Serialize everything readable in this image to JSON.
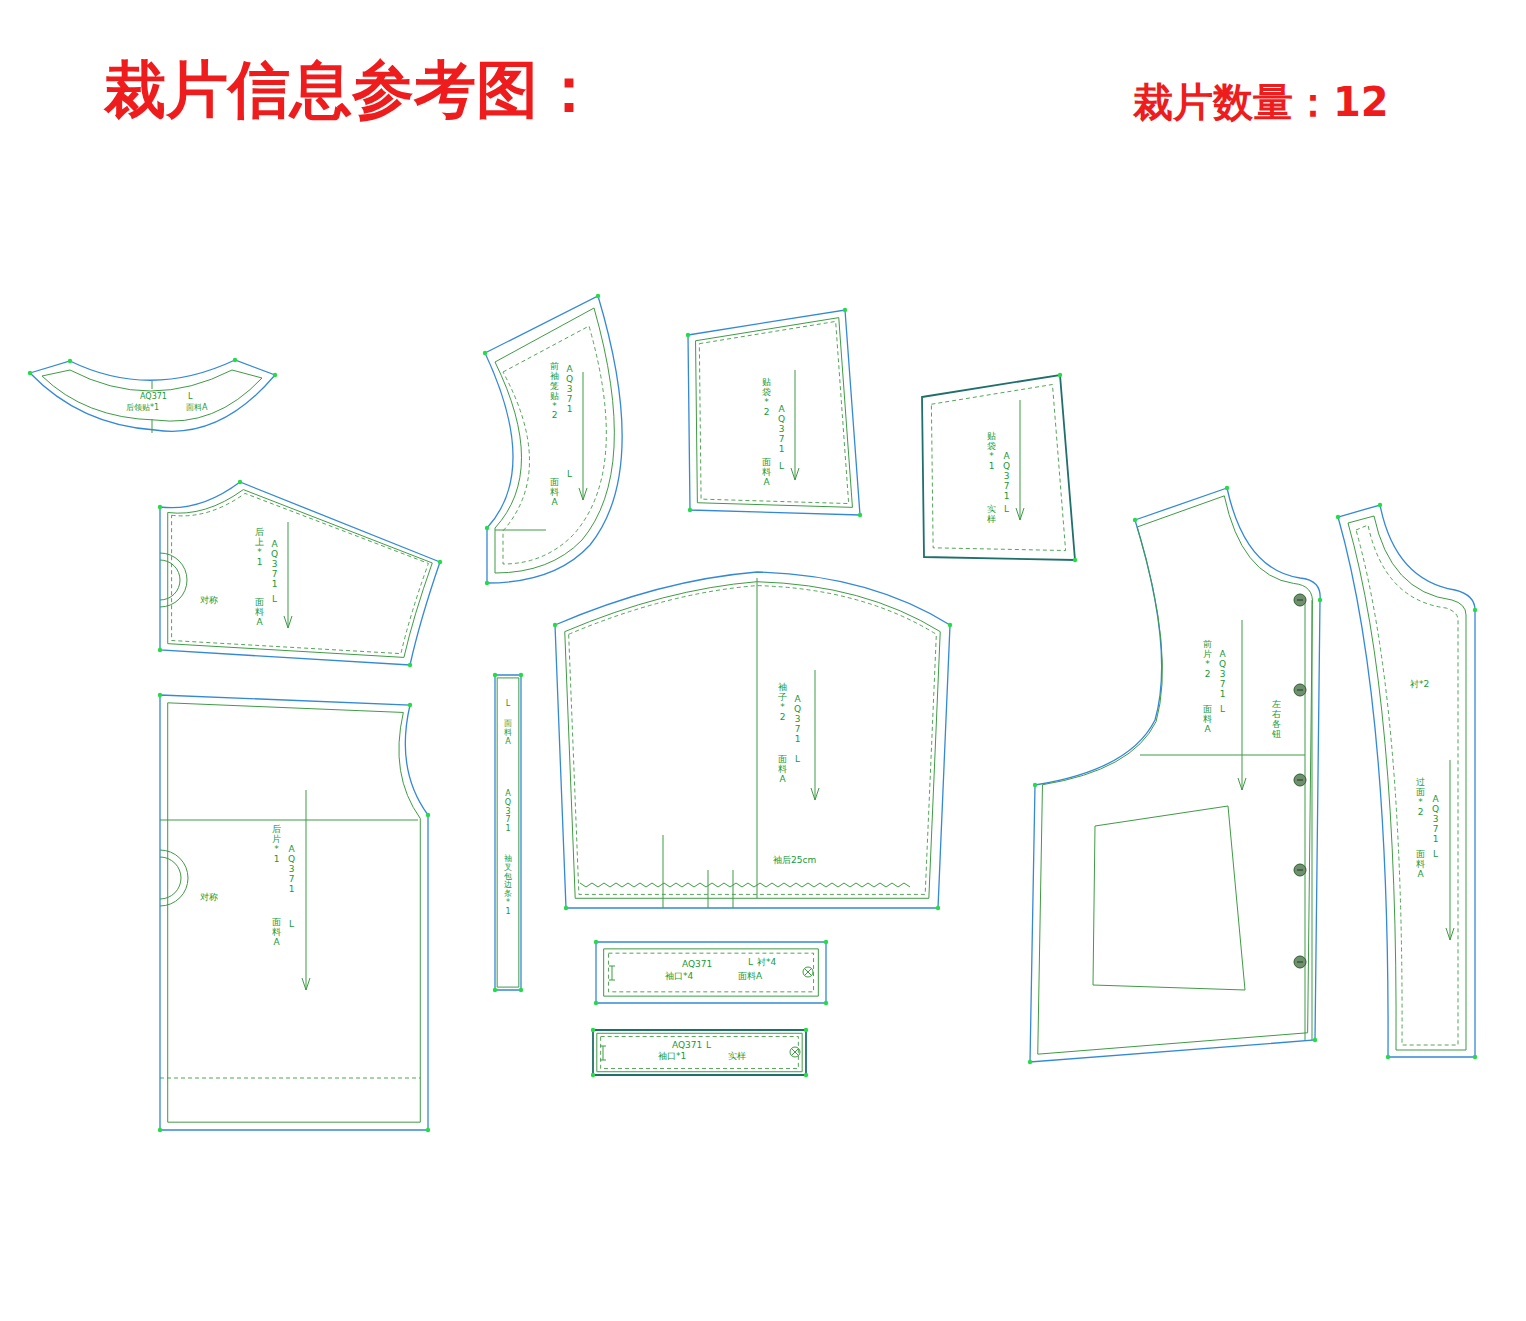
{
  "diagram": {
    "title": "裁片信息参考图：",
    "nodes": [
      {
        "text": [
          "AQ371",
          "L",
          "后领贴*1",
          "面料A"
        ]
      },
      {
        "text": [
          "前袖笼贴*2",
          "AQ371",
          "L",
          "面料A"
        ]
      },
      {
        "text": [
          "贴袋*2",
          "AQ371",
          "L",
          "面料A"
        ]
      },
      {
        "text": [
          "贴袋*1",
          "AQ371",
          "L",
          "实样"
        ]
      },
      {
        "text": [
          "后上*1",
          "AQ371",
          "L",
          "面料A",
          "对称"
        ]
      },
      {
        "text": [
          "前片*2",
          "AQ371",
          "L",
          "面料A",
          "左右各钮"
        ]
      },
      {
        "text": [
          "衬*2",
          "过面*2",
          "AQ371",
          "L",
          "面料A"
        ]
      },
      {
        "text": [
          "L",
          "面料A",
          "AQ371",
          "袖叉包边条*1"
        ]
      },
      {
        "text": [
          "袖子*2",
          "AQ371",
          "L",
          "面料A",
          "袖后25cm"
        ]
      },
      {
        "text": [
          "后片*1",
          "AQ371",
          "L",
          "面料A",
          "对称"
        ]
      },
      {
        "text": [
          "AQ371",
          "L",
          "衬*4",
          "袖口*4",
          "面料A"
        ]
      },
      {
        "text": [
          "AQ371",
          "L",
          "袖口*1",
          "实样"
        ]
      }
    ],
    "labels": [
      "裁片数量：12"
    ]
  }
}
